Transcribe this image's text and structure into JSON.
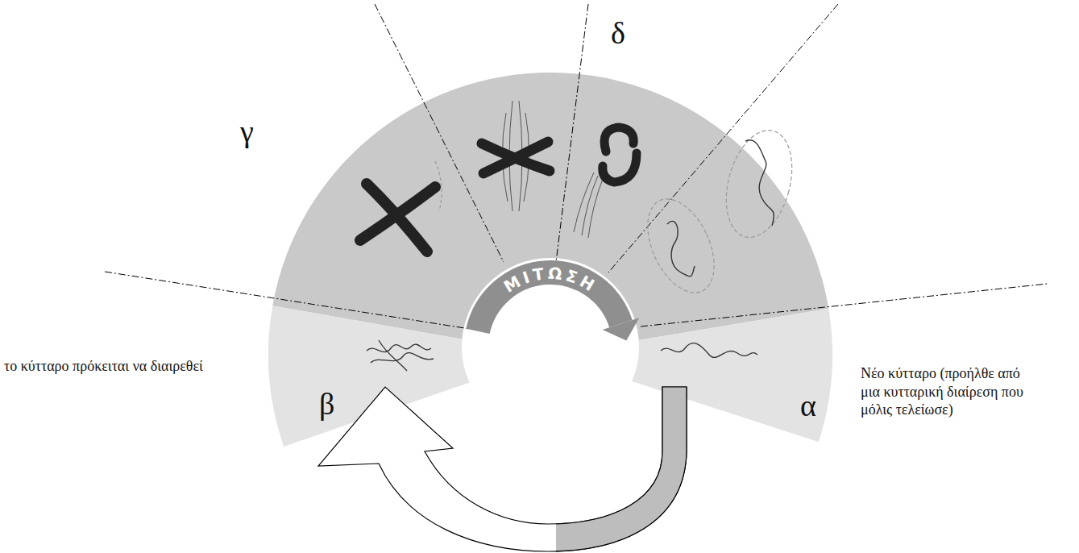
{
  "diagram": {
    "labels": [
      "γ",
      "δ",
      "β",
      "α",
      "ΜΙΤΩΣΗ",
      "το κύτταρο πρόκειται να διαιρεθεί",
      "Νέο κύτταρο (προήλθε από μια κυτταρική διαίρεση που μόλις τελείωσε)"
    ]
  }
}
